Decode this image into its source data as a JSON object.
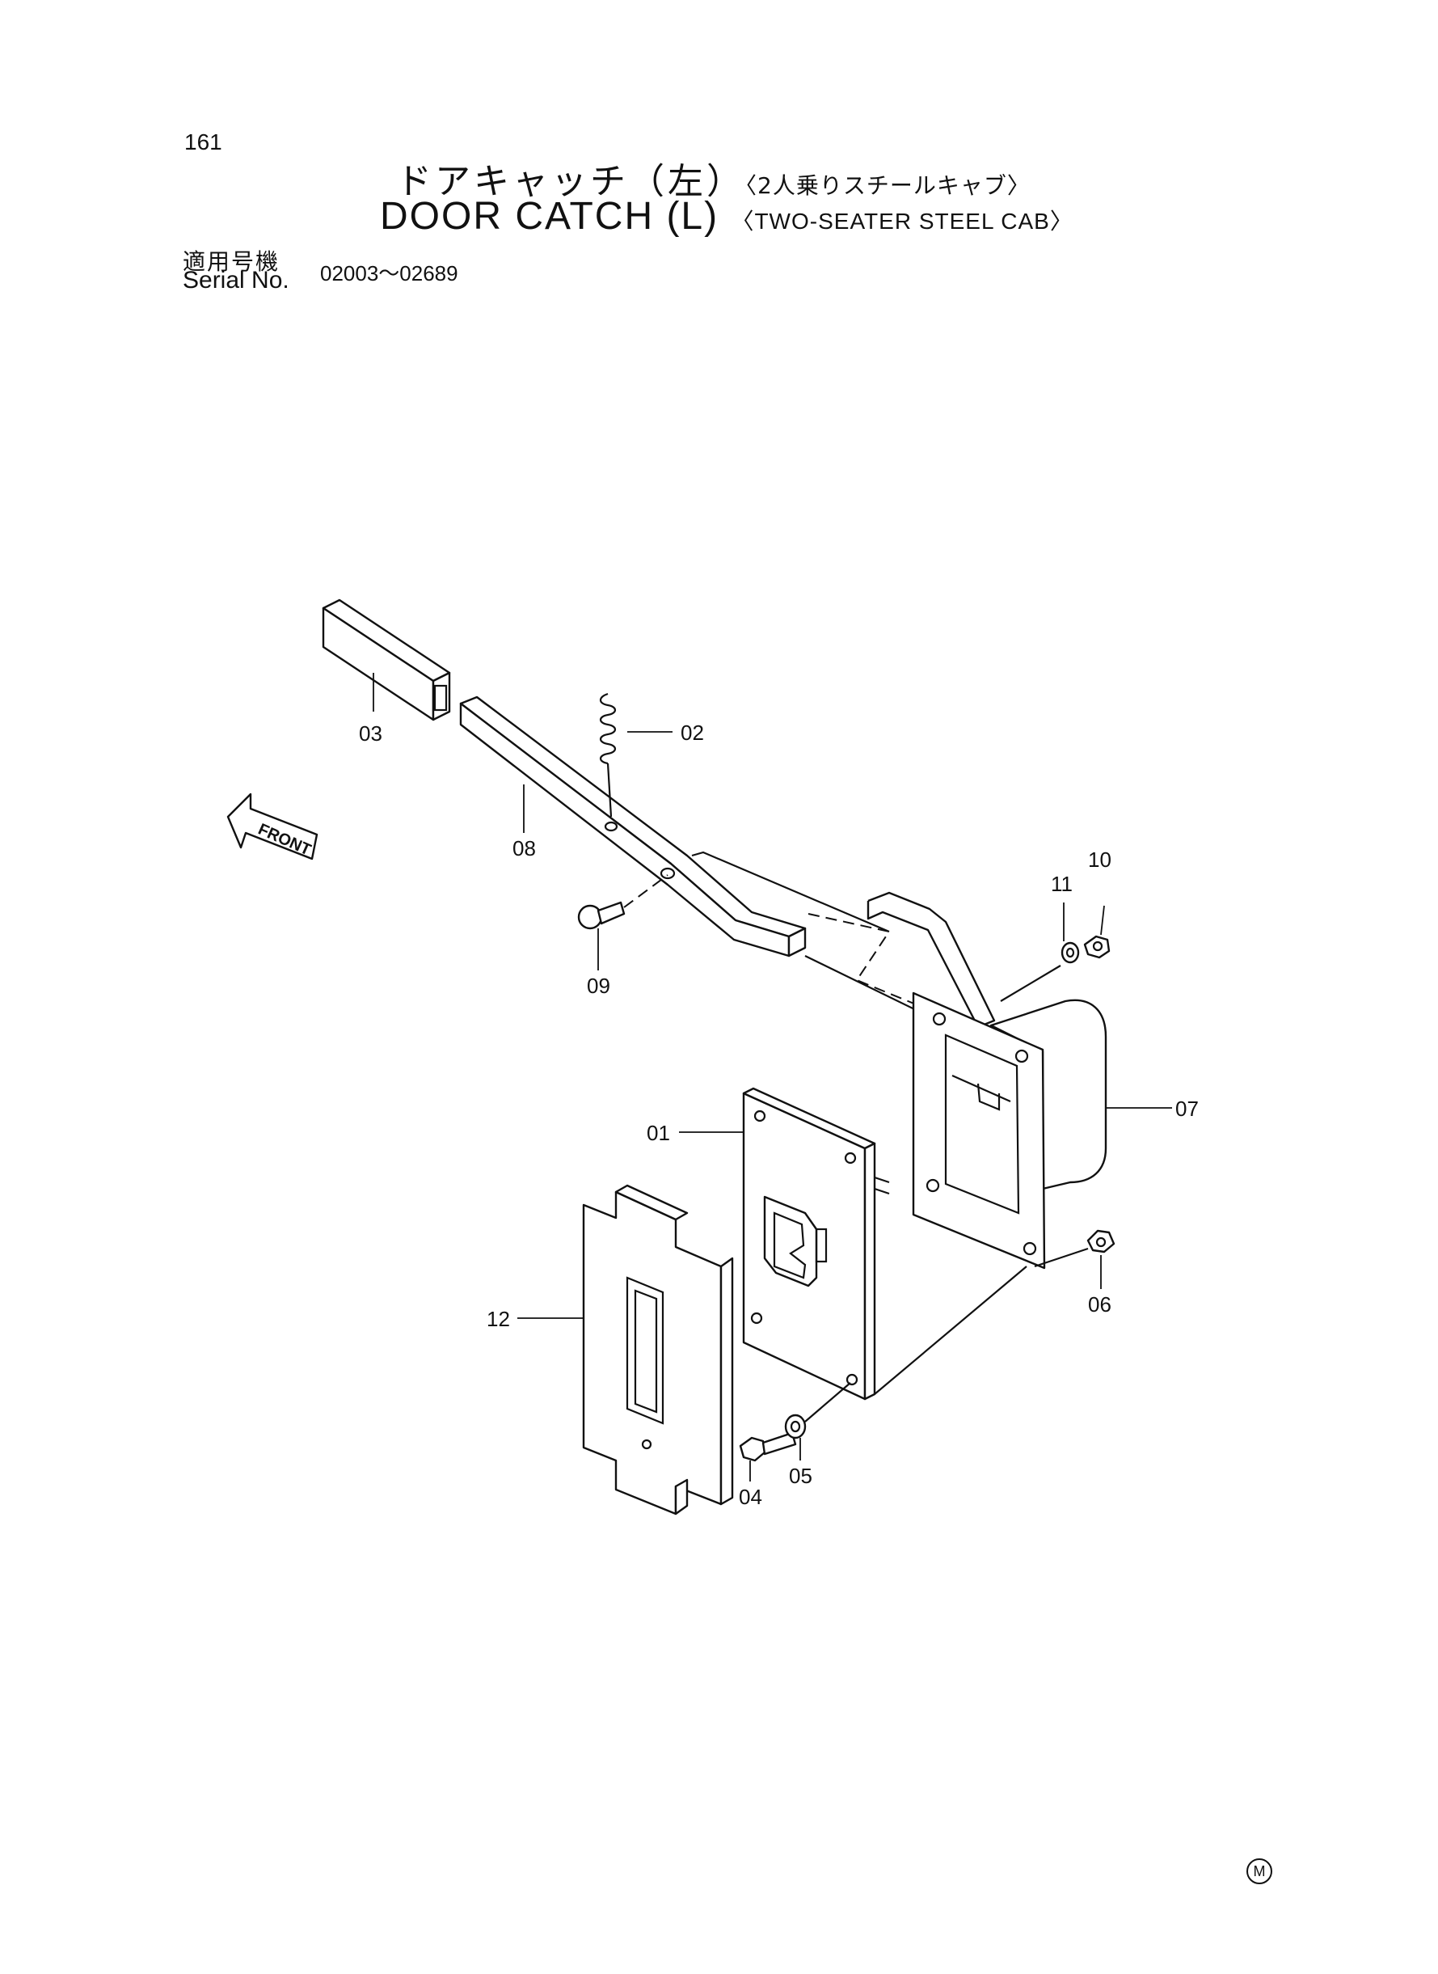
{
  "page_number": "161",
  "title": {
    "jp_main": "ドアキャッチ（左）",
    "jp_sub": "〈2人乗りスチールキャブ〉",
    "en_main": "DOOR CATCH (L)",
    "en_sub": "〈TWO-SEATER STEEL CAB〉"
  },
  "serial": {
    "label_jp": "適用号機",
    "label_en": "Serial No.",
    "range": "02003～02689"
  },
  "front_label": "FRONT",
  "callouts": {
    "p01": "01",
    "p02": "02",
    "p03": "03",
    "p04": "04",
    "p05": "05",
    "p06": "06",
    "p07": "07",
    "p08": "08",
    "p09": "09",
    "p10": "10",
    "p11": "11",
    "p12": "12"
  },
  "mark": "M"
}
